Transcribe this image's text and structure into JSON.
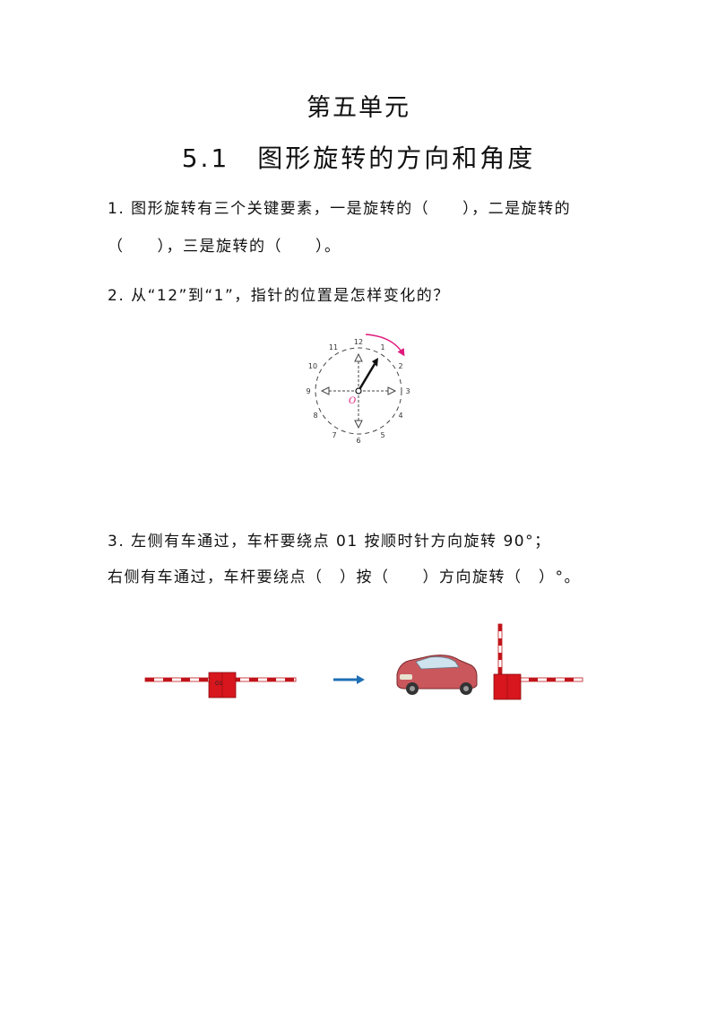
{
  "header": {
    "unit": "第五单元",
    "lesson": "5.1　图形旋转的方向和角度"
  },
  "questions": {
    "q1_line1": "1. 图形旋转有三个关键要素，一是旋转的（　　），二是旋转的",
    "q1_line2": "（　　），三是旋转的（　　）。",
    "q2": "2. 从“12”到“1”，指针的位置是怎样变化的？",
    "q3_line1": "3. 左侧有车通过，车杆要绕点 01 按顺时针方向旋转 90°；",
    "q3_line2": "右侧有车通过，车杆要绕点（　）按（　　）方向旋转（　）°。"
  },
  "clock_figure": {
    "numbers": [
      "12",
      "1",
      "2",
      "3",
      "4",
      "5",
      "6",
      "7",
      "8",
      "9",
      "10",
      "11"
    ],
    "center_label": "O",
    "accent_color": "#e0197d"
  },
  "barrier_figure": {
    "gate_label": "O1",
    "arrow_color": "#1f6fb5",
    "gate_color": "#d7161d",
    "car_color": "#c9575c"
  }
}
